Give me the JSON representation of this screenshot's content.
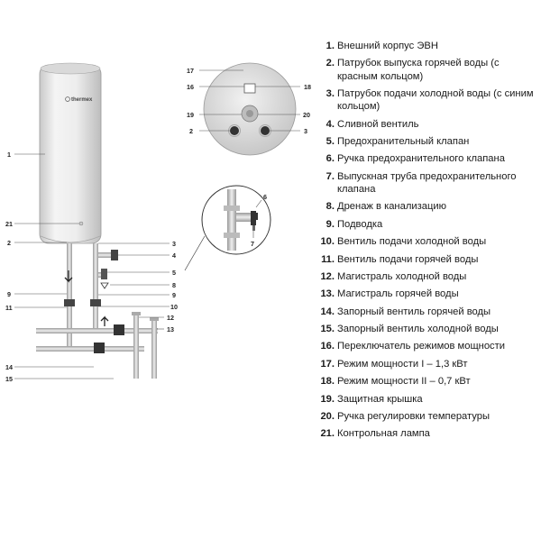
{
  "diagram": {
    "brand": "thermex",
    "callouts": {
      "c1": "1",
      "c21": "21",
      "c2": "2",
      "c3": "3",
      "c4": "4",
      "c5": "5",
      "c8": "8",
      "c9a": "9",
      "c9b": "9",
      "c10": "10",
      "c11": "11",
      "c12": "12",
      "c13": "13",
      "c14": "14",
      "c15": "15",
      "top17": "17",
      "top16": "16",
      "top18": "18",
      "top19": "19",
      "top20": "20",
      "top2": "2",
      "top3": "3",
      "det6": "6",
      "det7": "7"
    }
  },
  "legend": [
    {
      "num": "1.",
      "text": "Внешний корпус ЭВН"
    },
    {
      "num": "2.",
      "text": "Патрубок выпуска горячей воды (с красным кольцом)"
    },
    {
      "num": "3.",
      "text": "Патрубок подачи холодной воды (с синим кольцом)"
    },
    {
      "num": "4.",
      "text": "Сливной вентиль"
    },
    {
      "num": "5.",
      "text": "Предохранительный клапан"
    },
    {
      "num": "6.",
      "text": "Ручка предохранительного клапана"
    },
    {
      "num": "7.",
      "text": "Выпускная труба предохранительного клапана"
    },
    {
      "num": "8.",
      "text": "Дренаж в канализацию"
    },
    {
      "num": "9.",
      "text": "Подводка"
    },
    {
      "num": "10.",
      "text": "Вентиль подачи холодной воды"
    },
    {
      "num": "11.",
      "text": "Вентиль подачи горячей воды"
    },
    {
      "num": "12.",
      "text": "Магистраль холодной воды"
    },
    {
      "num": "13.",
      "text": "Магистраль горячей воды"
    },
    {
      "num": "14.",
      "text": "Запорный вентиль горячей воды"
    },
    {
      "num": "15.",
      "text": "Запорный вентиль холодной воды"
    },
    {
      "num": "16.",
      "text": "Переключатель режимов мощности"
    },
    {
      "num": "17.",
      "text": "Режим мощности I – 1,3 кВт"
    },
    {
      "num": "18.",
      "text": "Режим мощности II – 0,7 кВт"
    },
    {
      "num": "19.",
      "text": "Защитная крышка"
    },
    {
      "num": "20.",
      "text": "Ручка регулировки температуры"
    },
    {
      "num": "21.",
      "text": "Контрольная лампа"
    }
  ]
}
